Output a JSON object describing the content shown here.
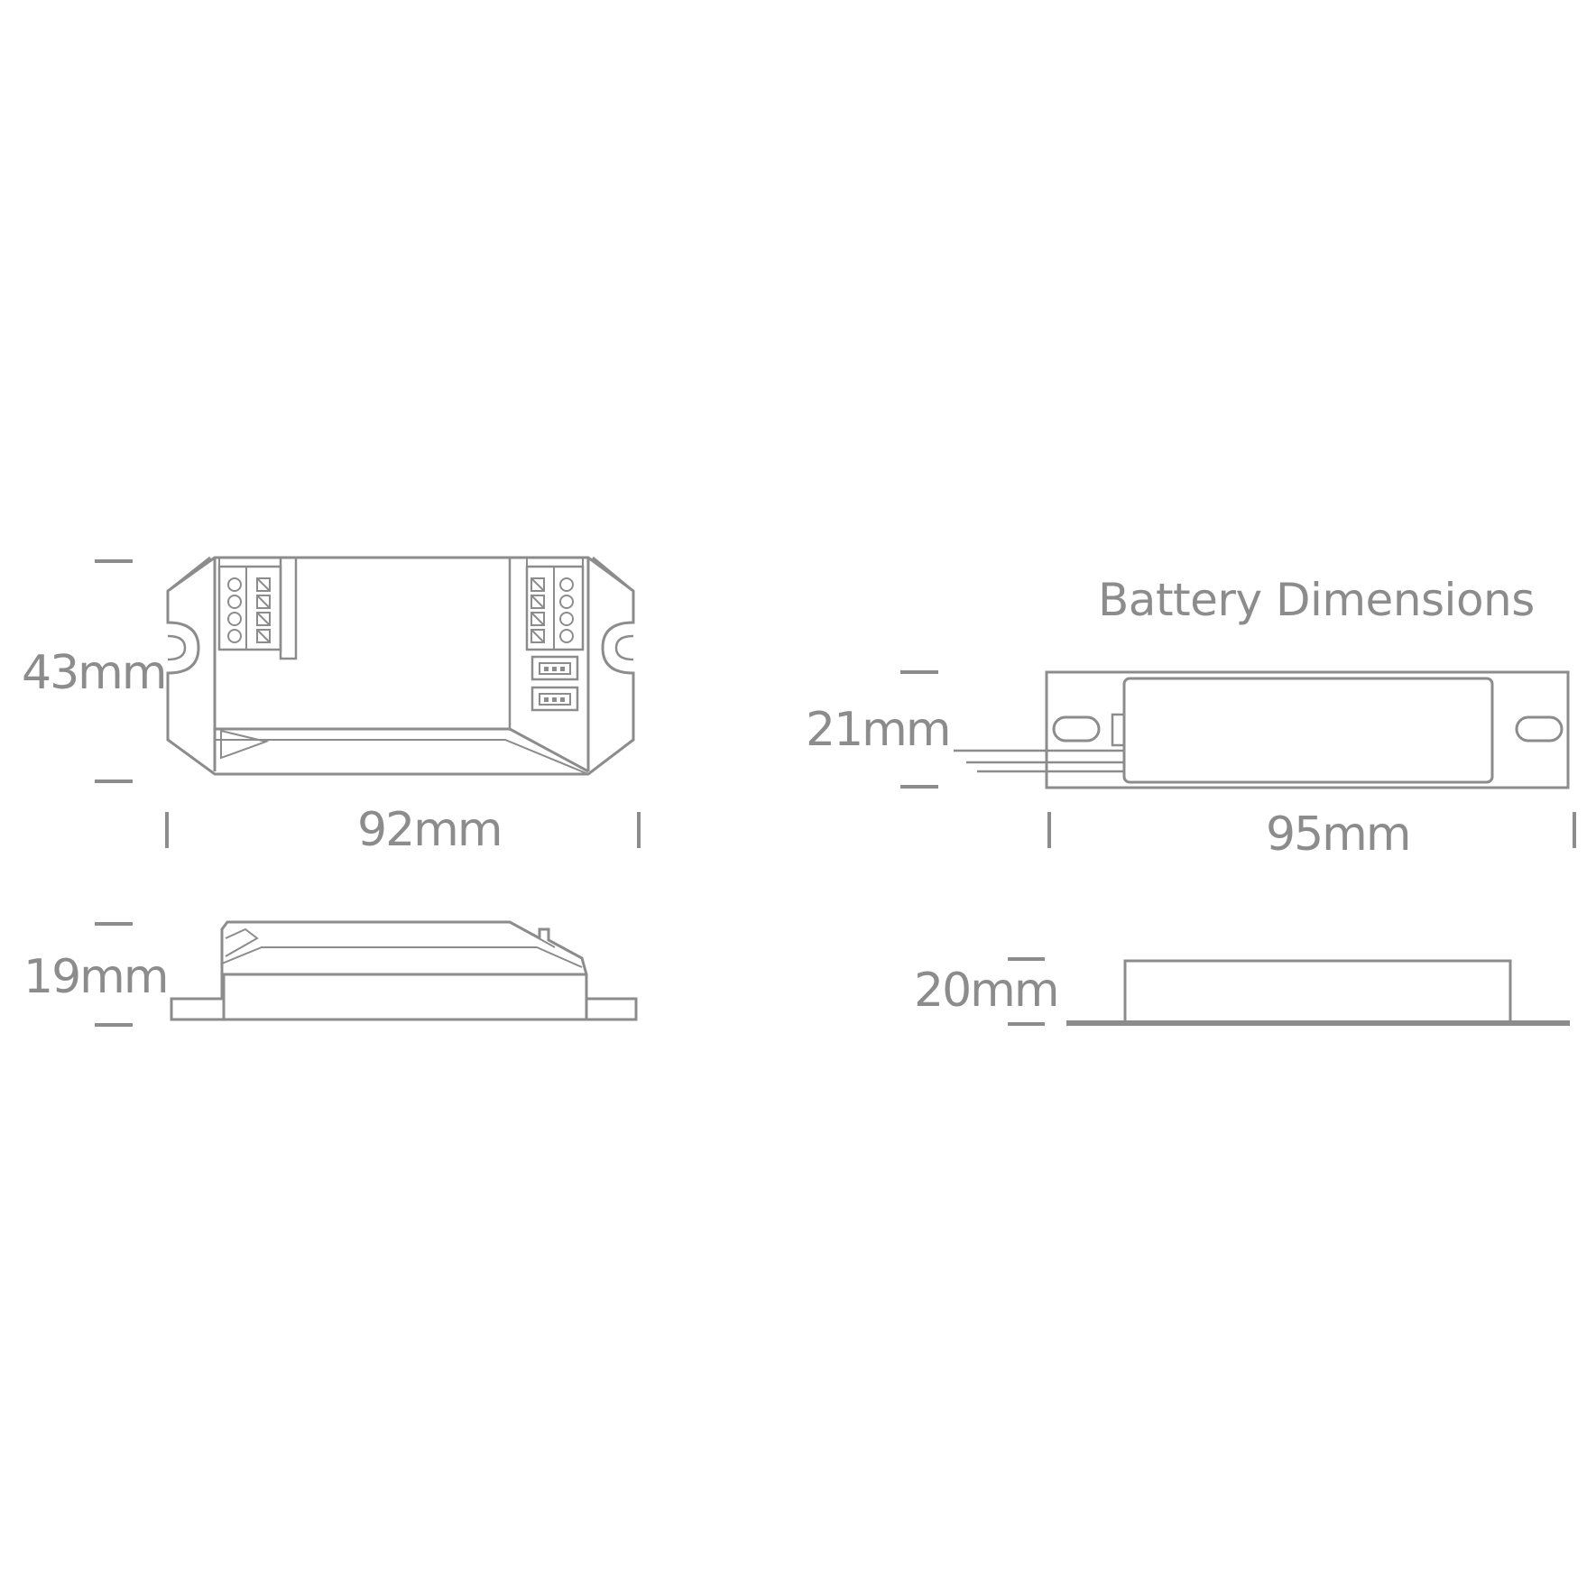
{
  "driver": {
    "width_label": "92mm",
    "height_label": "43mm",
    "depth_label": "19mm"
  },
  "battery": {
    "title": "Battery Dimensions",
    "width_label": "95mm",
    "height_label": "21mm",
    "depth_label": "20mm"
  },
  "colors": {
    "line": "#8c8c8c",
    "text": "#8c8c8c",
    "background": "#ffffff"
  }
}
